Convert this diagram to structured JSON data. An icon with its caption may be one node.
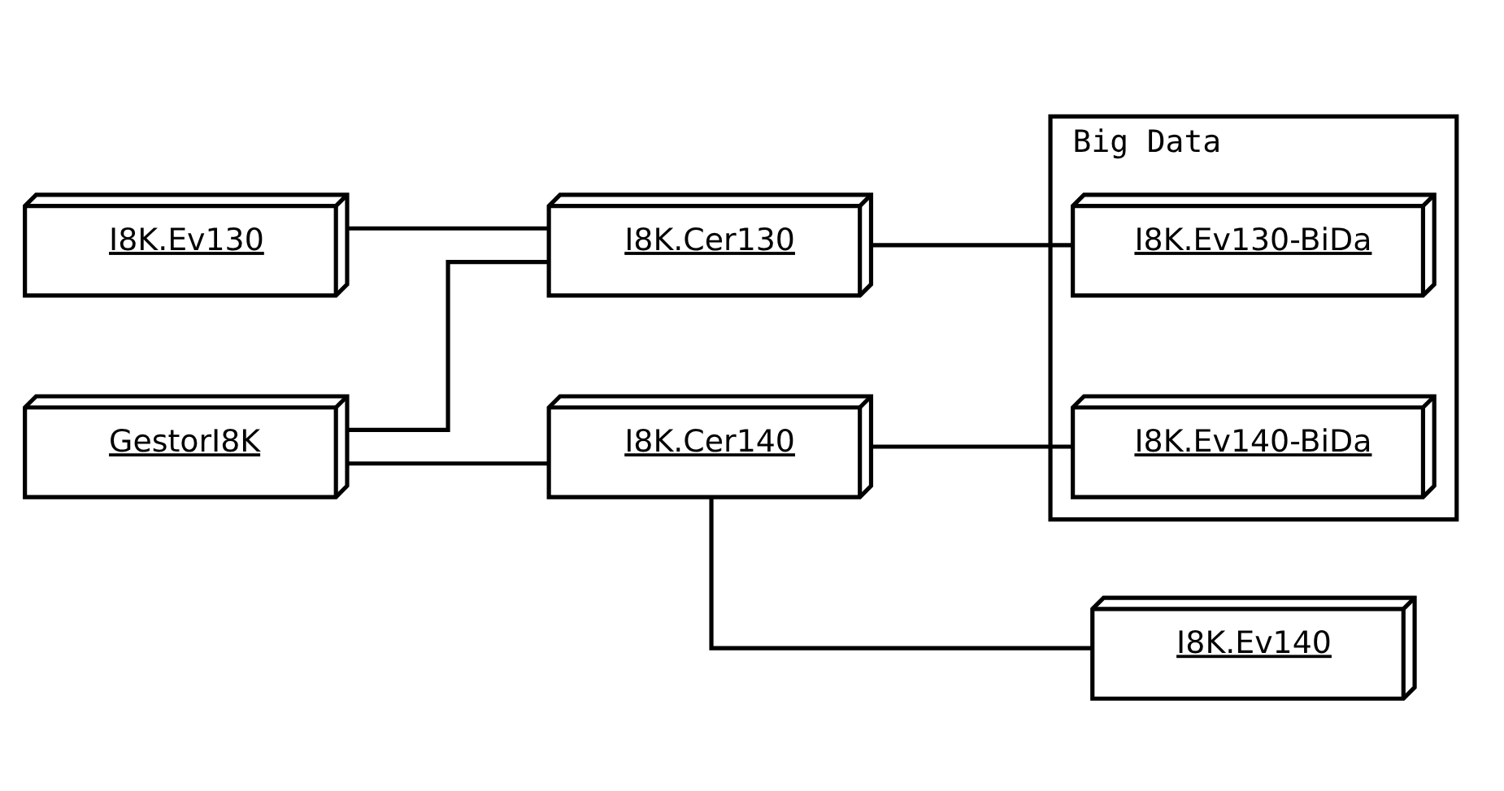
{
  "diagram": {
    "nodes": [
      {
        "text": [
          "GestorI8K"
        ]
      },
      {
        "text": [
          "I8K.Ev130"
        ]
      },
      {
        "text": [
          "Big Data"
        ]
      },
      {
        "text": [
          "I8K.Cer130"
        ]
      },
      {
        "text": [
          "I8K.Ev130-BiDa"
        ],
        "in": 2
      },
      {
        "text": [
          "I8K.Cer140"
        ]
      },
      {
        "text": [
          "I8K.Ev140-BiDa"
        ],
        "in": 2
      },
      {
        "text": [
          "I8K.Ev140"
        ]
      }
    ],
    "edges": [
      {
        "from": 0,
        "to": 3,
        "arrow": "none"
      },
      {
        "from": 0,
        "to": 5,
        "arrow": "none"
      },
      {
        "from": 1,
        "to": 3,
        "arrow": "none"
      },
      {
        "from": 3,
        "to": 4,
        "arrow": "none"
      },
      {
        "from": 5,
        "to": 6,
        "arrow": "none"
      },
      {
        "from": 5,
        "to": 7,
        "arrow": "none"
      }
    ]
  }
}
